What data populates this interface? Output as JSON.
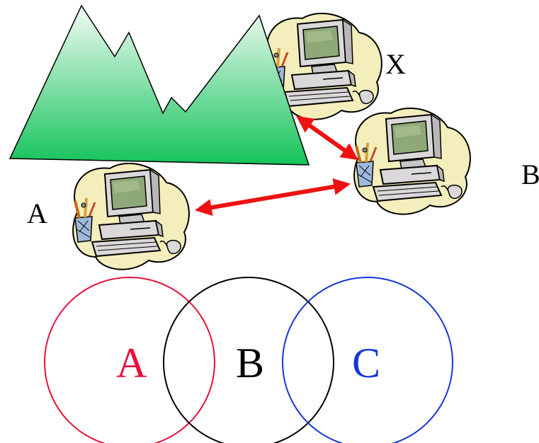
{
  "nodes": {
    "a": {
      "label": "A"
    },
    "x": {
      "label": "X"
    },
    "b": {
      "label": "B"
    }
  },
  "circles": [
    {
      "label": "A",
      "color": "#e8103a"
    },
    {
      "label": "B",
      "color": "#000000"
    },
    {
      "label": "C",
      "color": "#1535d6"
    }
  ],
  "colors": {
    "arrow": "#ee1111",
    "mountain_top": "#f2fbf5",
    "mountain_bottom": "#14c35a",
    "blob": "#f3eebb",
    "monitor_screen": "#8fa878",
    "monitor_body": "#dad8d8"
  },
  "icons": [
    "mountain-icon",
    "computer-icon",
    "double-arrow-icon"
  ]
}
